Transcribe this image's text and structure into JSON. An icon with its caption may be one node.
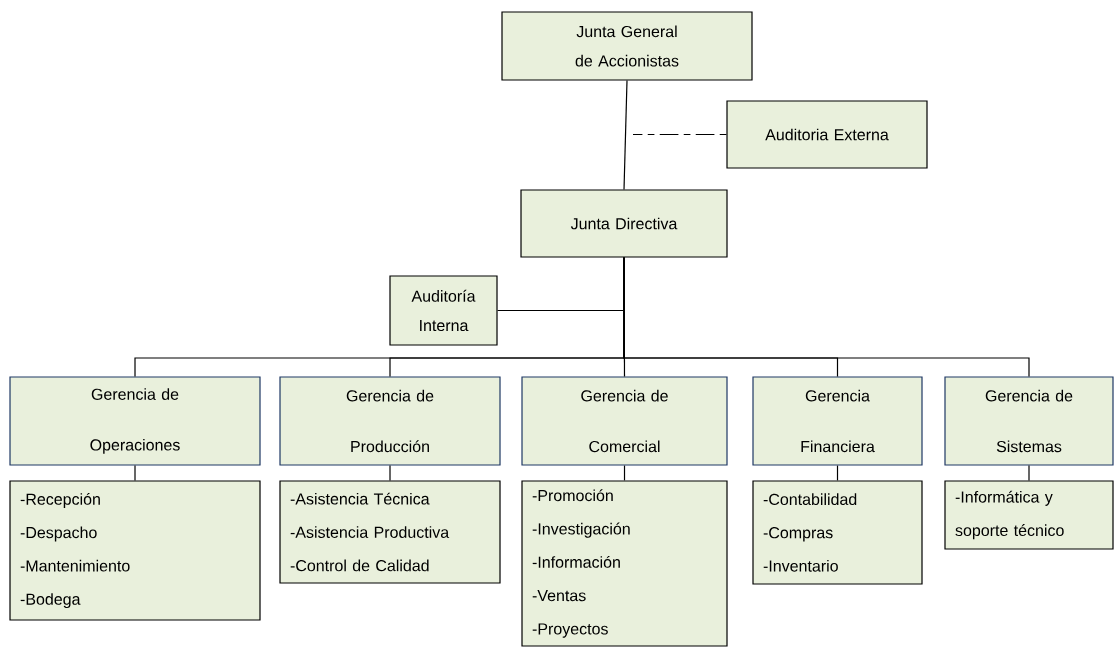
{
  "diagram": {
    "nodes": [
      {
        "text": [
          "Junta General de Accionistas"
        ]
      },
      {
        "text": [
          "Auditoria Externa"
        ]
      },
      {
        "text": [
          "Junta Directiva"
        ]
      },
      {
        "text": [
          "Auditoría Interna"
        ]
      },
      {
        "text": [
          "Gerencia de Operaciones"
        ]
      },
      {
        "text": [
          "Gerencia de Producción"
        ]
      },
      {
        "text": [
          "Gerencia de Comercial"
        ]
      },
      {
        "text": [
          "Gerencia Financiera"
        ]
      },
      {
        "text": [
          "Gerencia de Sistemas"
        ]
      },
      {
        "text": [
          "-Recepción",
          "-Despacho",
          "-Mantenimiento",
          "-Bodega"
        ]
      },
      {
        "text": [
          "-Asistencia Técnica",
          "-Asistencia Productiva",
          "-Control de Calidad"
        ]
      },
      {
        "text": [
          "-Promoción",
          "-Investigación",
          "-Información",
          "-Ventas",
          "-Proyectos"
        ]
      },
      {
        "text": [
          "-Contabilidad",
          "-Compras",
          "-Inventario"
        ]
      },
      {
        "text": [
          "-Informática y soporte técnico"
        ]
      }
    ],
    "edges": [
      {
        "from": 0,
        "to": 2,
        "arrow": "none"
      },
      {
        "from": 1,
        "to": null,
        "arrow": "none",
        "style": "dashed"
      },
      {
        "from": 2,
        "to": 3,
        "arrow": "none"
      },
      {
        "from": 2,
        "to": 4,
        "arrow": "none"
      },
      {
        "from": 2,
        "to": 5,
        "arrow": "none"
      },
      {
        "from": 2,
        "to": 6,
        "arrow": "none"
      },
      {
        "from": 2,
        "to": 7,
        "arrow": "none"
      },
      {
        "from": 2,
        "to": 8,
        "arrow": "none"
      },
      {
        "from": 4,
        "to": 9,
        "arrow": "none"
      },
      {
        "from": 5,
        "to": 10,
        "arrow": "none"
      },
      {
        "from": 6,
        "to": 11,
        "arrow": "none"
      },
      {
        "from": 7,
        "to": 12,
        "arrow": "none"
      },
      {
        "from": 8,
        "to": 13,
        "arrow": "none"
      }
    ]
  }
}
